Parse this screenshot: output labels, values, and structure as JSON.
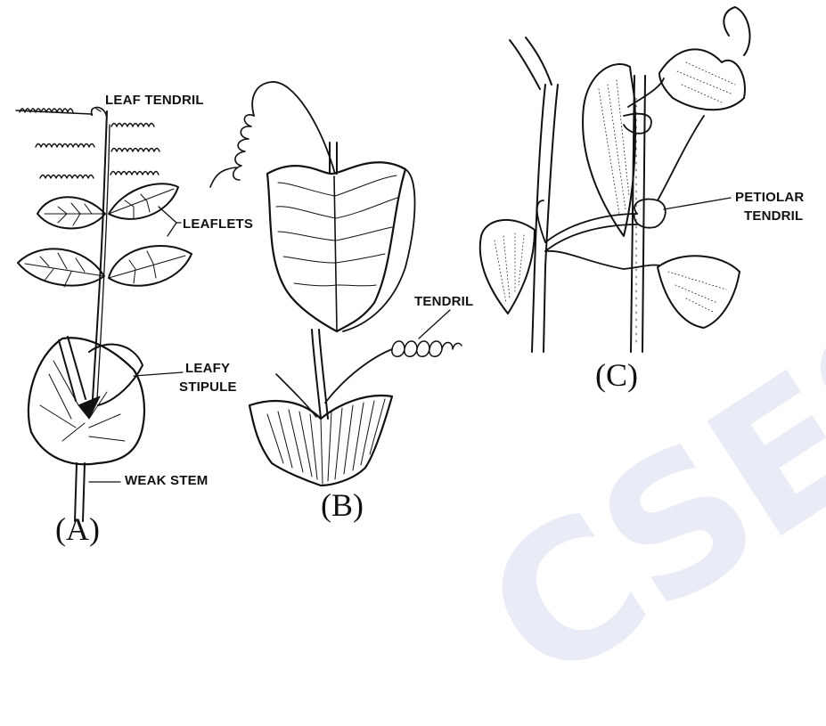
{
  "labels": {
    "leaf_tendril": "LEAF TENDRIL",
    "leaflets": "LEAFLETS",
    "leafy": "LEAFY",
    "stipule": "STIPULE",
    "weak_stem": "WEAK STEM",
    "tendril": "TENDRIL",
    "petiolar": "PETIOLAR",
    "tendril_c": "TENDRIL"
  },
  "panels": {
    "a": "(A)",
    "b": "(B)",
    "c": "(C)"
  },
  "watermark": "CSES",
  "colors": {
    "ink": "#111111",
    "watermark": "#5a6cc0"
  }
}
